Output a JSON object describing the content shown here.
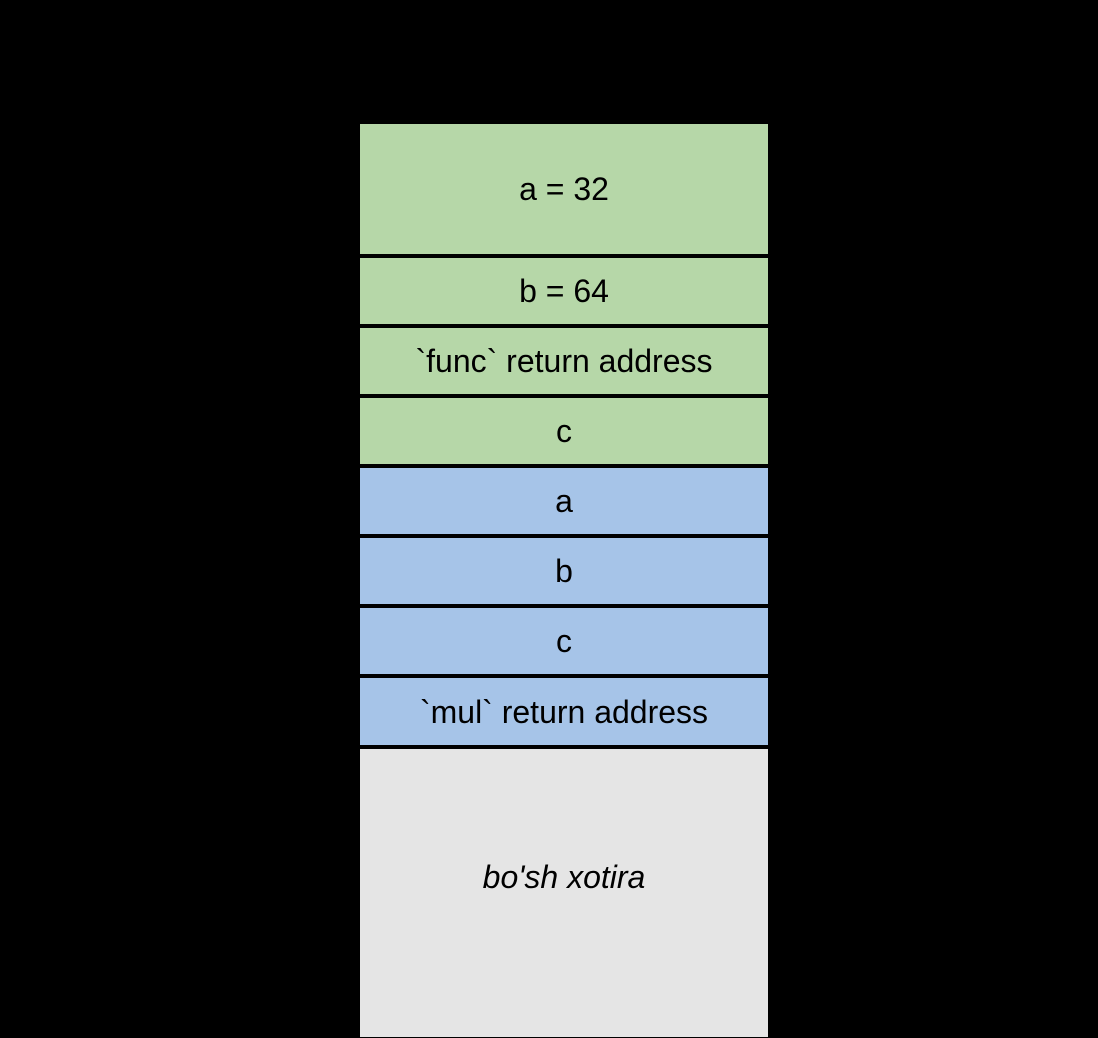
{
  "diagram": {
    "name": "stack-frame-diagram",
    "background_color": "#000000",
    "colors": {
      "func_frame_fill": "#b6d7a8",
      "mul_frame_fill": "#a6c4e8",
      "free_memory_fill": "#e5e5e5",
      "border": "#000000",
      "text": "#000000"
    },
    "rows": [
      {
        "label": "a = 32",
        "group": "func-frame",
        "fill": "#b6d7a8",
        "italic": false
      },
      {
        "label": "b = 64",
        "group": "func-frame",
        "fill": "#b6d7a8",
        "italic": false
      },
      {
        "label": "`func` return address",
        "group": "func-frame",
        "fill": "#b6d7a8",
        "italic": false
      },
      {
        "label": "c",
        "group": "func-frame",
        "fill": "#b6d7a8",
        "italic": false
      },
      {
        "label": "a",
        "group": "mul-frame",
        "fill": "#a6c4e8",
        "italic": false
      },
      {
        "label": "b",
        "group": "mul-frame",
        "fill": "#a6c4e8",
        "italic": false
      },
      {
        "label": "c",
        "group": "mul-frame",
        "fill": "#a6c4e8",
        "italic": false
      },
      {
        "label": "`mul` return address",
        "group": "mul-frame",
        "fill": "#a6c4e8",
        "italic": false
      },
      {
        "label": "bo'sh xotira",
        "group": "free-memory",
        "fill": "#e5e5e5",
        "italic": true
      }
    ]
  }
}
